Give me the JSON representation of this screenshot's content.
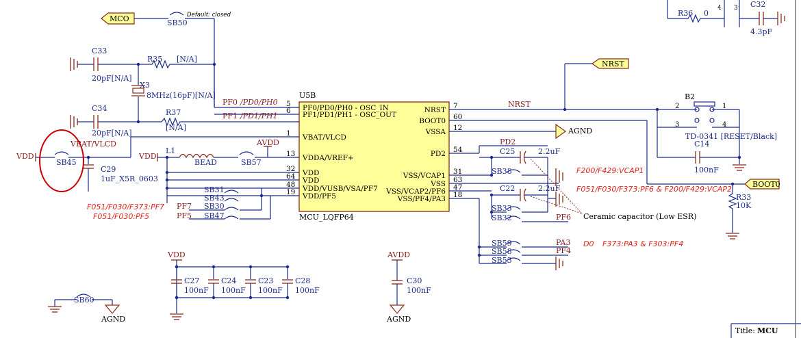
{
  "ports": {
    "mco": "MCO",
    "nrst": "NRST",
    "boot0": "BOOT0"
  },
  "notes": {
    "sb50_default": "Default: closed",
    "ceramic": "Ceramic capacitor (Low ESR)"
  },
  "parts": {
    "sb50": "SB50",
    "c33": "C33",
    "c33_val": "20pF[N/A]",
    "r35": "R35",
    "r35_val": "[N/A]",
    "x3": "X3",
    "x3_val": "8MHz(16pF)[N/A]",
    "c34": "C34",
    "c34_val": "20pF[N/A]",
    "r37": "R37",
    "r37_val": "[N/A]",
    "vdd": "VDD",
    "sb45": "SB45",
    "vbat": "VBAT/VLCD",
    "c29": "C29",
    "c29_val": "1uF_X5R_0603",
    "l1": "L1",
    "bead": "BEAD",
    "sb57": "SB57",
    "avdd": "AVDD",
    "sb31": "SB31",
    "sb43": "SB43",
    "sb30": "SB30",
    "sb47": "SB47",
    "r36": "R36",
    "r36_val": "0",
    "c32": "C32",
    "c32_val": "4.3pF",
    "b2": "B2",
    "b2_val": "TD-0341 [RESET/Black]",
    "c14": "C14",
    "c14_val": "100nF",
    "r33": "R33",
    "r33_val": "10K",
    "c25": "C25",
    "c25_val": "2.2uF",
    "pd2": "PD2",
    "sb38": "SB38",
    "c22": "C22",
    "c22_val": "2.2uF",
    "sb33": "SB33",
    "sb32": "SB32",
    "sb59": "SB59",
    "sb58": "SB58",
    "sb53": "SB53",
    "pa3": "PA3",
    "pf4": "PF4",
    "pf6": "PF6",
    "c27": "C27",
    "c24": "C24",
    "c23": "C23",
    "c28": "C28",
    "c30": "C30",
    "v100nf": "100nF",
    "sb60": "SB60",
    "agnd": "AGND"
  },
  "ic": {
    "ref": "U5B",
    "type": "MCU_LQFP64",
    "left_pins": [
      {
        "num": "5",
        "name": "PF0/PD0/PH0 - OSC_IN"
      },
      {
        "num": "6",
        "name": "PF1/PD1/PH1 - OSC_OUT"
      },
      {
        "num": "1",
        "name": "VBAT/VLCD"
      },
      {
        "num": "13",
        "name": "VDDA/VREF+"
      },
      {
        "num": "32",
        "name": "VDD"
      },
      {
        "num": "64",
        "name": "VDD"
      },
      {
        "num": "48",
        "name": "VDD/VUSB/VSA/PF7"
      },
      {
        "num": "19",
        "name": "VDD/PF5"
      }
    ],
    "right_pins": [
      {
        "num": "7",
        "name": "NRST"
      },
      {
        "num": "60",
        "name": "BOOT0"
      },
      {
        "num": "12",
        "name": "VSSA"
      },
      {
        "num": "54",
        "name": "PD2"
      },
      {
        "num": "31",
        "name": "VSS/VCAP1"
      },
      {
        "num": "63",
        "name": "VSS"
      },
      {
        "num": "47",
        "name": "VSS/VCAP2/PF6"
      },
      {
        "num": "18",
        "name": "VSS/PF4/PA3"
      }
    ]
  },
  "nets": {
    "pf0": "PF0",
    "pf0_alt": "/PD0/PH0",
    "pf1": "PF1",
    "pf1_alt": "/PD1/PH1",
    "pf7": "PF7",
    "pf5": "PF5",
    "nrst": "NRST"
  },
  "red_notes": {
    "f051_pf7": "F051/F030/F373:PF7",
    "f051_pf5": "F051/F030:PF5",
    "f200_vcap1": "F200/F429:VCAP1",
    "f051_vcap2": "F051/F030/F373:PF6 & F200/F429:VCAP2",
    "d0": "D0",
    "f373_pa3": "F373:PA3 & F303:PF4"
  },
  "title_block": {
    "label": "Title:",
    "value": "MCU"
  },
  "colors": {
    "wire": "#1a2a8a",
    "ic_fill": "#ffff99",
    "annotation": "#e0241b",
    "port_fill": "#ffff99",
    "highlight": "#cc0000"
  }
}
